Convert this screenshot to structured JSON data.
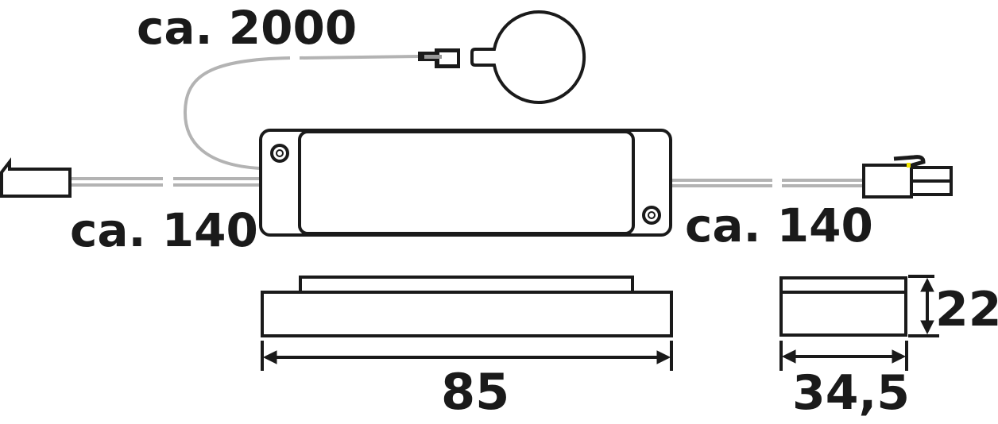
{
  "diagram": {
    "labels": {
      "cable_long": "ca. 2000",
      "cable_left": "ca. 140",
      "cable_right": "ca. 140",
      "length": "85",
      "width": "34,5",
      "height": "22"
    },
    "colors": {
      "stroke": "#1a1a1a",
      "cable": "#b3b3b3",
      "marker": "#f2e600"
    },
    "components": [
      {
        "id": "sensor-disc",
        "label": "round sensor pad"
      },
      {
        "id": "sensor-plug",
        "label": "mini plug"
      },
      {
        "id": "driver-housing",
        "label": "driver box (top view)"
      },
      {
        "id": "input-connector",
        "label": "left connector"
      },
      {
        "id": "output-connector",
        "label": "right connector"
      },
      {
        "id": "side-view",
        "label": "side view"
      },
      {
        "id": "end-view",
        "label": "end view"
      }
    ]
  }
}
